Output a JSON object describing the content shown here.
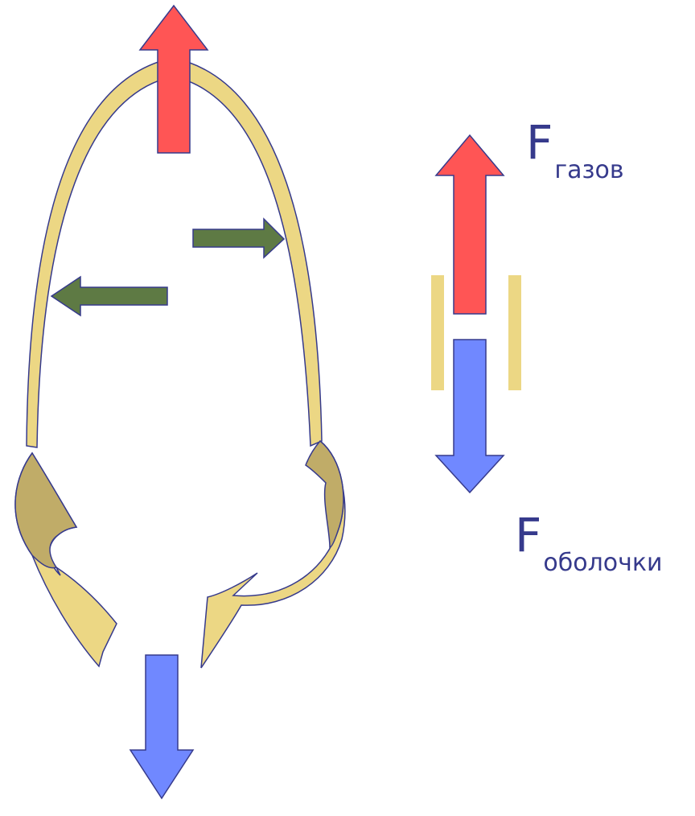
{
  "colors": {
    "gas_force": "#ff5555",
    "shell_force": "#7088ff",
    "side_force": "#5e7a44",
    "shell": "#ecd784",
    "shell_fold": "#c0ac68",
    "outline": "#363a8c",
    "text": "#363a8c"
  },
  "labels": {
    "gas": {
      "symbol": "F",
      "subscript": "газов"
    },
    "shell": {
      "symbol": "F",
      "subscript": "оболочки"
    }
  }
}
